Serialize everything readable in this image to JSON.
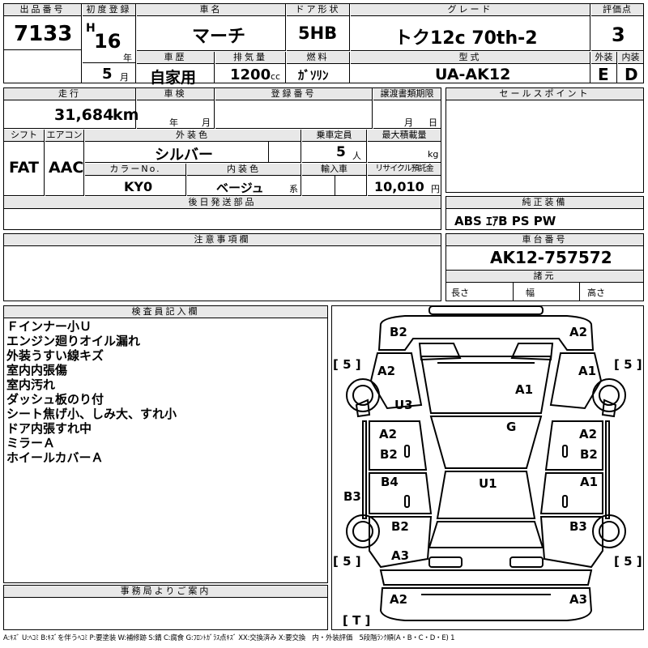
{
  "header": {
    "lot_label": "出品番号",
    "lot_no": "7133",
    "first_reg_label": "初度登録",
    "era": "H",
    "reg_year": "16",
    "year_unit": "年",
    "reg_month": "5",
    "month_unit": "月",
    "car_name_label": "車名",
    "car_name": "マーチ",
    "door_label": "ドア形状",
    "door": "5HB",
    "grade_label": "グレード",
    "grade": "トク12c 70th-2",
    "score_label": "評価点",
    "score": "3",
    "history_label": "車歴",
    "history": "自家用",
    "displacement_label": "排気量",
    "displacement": "1200",
    "displacement_unit": "cc",
    "fuel_label": "燃料",
    "fuel": "ｶﾞｿﾘﾝ",
    "model_label": "型式",
    "model": "UA-AK12",
    "exterior_label": "外装",
    "exterior_grade": "E",
    "interior_label": "内装",
    "interior_grade": "D"
  },
  "row2": {
    "mileage_label": "走行",
    "mileage": "31,684",
    "mileage_unit": "km",
    "inspection_label": "車検",
    "inspection_year_unit": "年",
    "inspection_month_unit": "月",
    "registration_label": "登録番号",
    "transfer_label": "譲渡書類期限",
    "transfer_month_unit": "月",
    "transfer_day_unit": "日",
    "shift_label": "シフト",
    "shift": "FAT",
    "aircon_label": "エアコン",
    "aircon": "AAC",
    "color_label": "外装色",
    "color": "シルバー",
    "capacity_label": "乗車定員",
    "capacity": "5",
    "capacity_unit": "人",
    "load_label": "最大積載量",
    "load_unit": "kg",
    "color_no_label": "カラーNo.",
    "color_no": "KY0",
    "interior_color_label": "内装色",
    "interior_color": "ベージュ",
    "interior_color_unit": "系",
    "import_label": "輸入車",
    "recycle_label": "リサイクル預託金",
    "recycle": "10,010",
    "recycle_unit": "円",
    "later_parts_label": "後日発送部品"
  },
  "sales_point_label": "セールスポイント",
  "equipment_label": "純正装備",
  "equipment": "ABS ｴｱB PS PW",
  "caution_label": "注意事項欄",
  "chassis_label": "車台番号",
  "chassis": "AK12-757572",
  "specs_label": "諸元",
  "length_label": "長さ",
  "width_label": "幅",
  "height_label": "高さ",
  "inspector_label": "検査員記入欄",
  "inspector_notes": [
    "Ｆインナー小Ｕ",
    "エンジン廻りオイル漏れ",
    "外装うすい線キズ",
    "室内内張傷",
    "室内汚れ",
    "ダッシュ板のり付",
    "シート焦げ小、しみ大、すれ小",
    "ドア内張すれ中",
    "ミラーＡ",
    "ホイールカバーＡ"
  ],
  "office_label": "事務局よりご案内",
  "damage_marks": {
    "front_left_bumper": "B2",
    "front_right_bumper": "A2",
    "left_front_fender": "A2",
    "right_front_fender": "A1",
    "hood": "A1",
    "left_front_panel": "U3",
    "windshield": "G",
    "left_front_door_a": "A2",
    "left_front_door_b": "B2",
    "right_front_door_a": "A2",
    "right_front_door_b": "B2",
    "left_rear_door": "B4",
    "roof": "U1",
    "right_rear_door": "A1",
    "left_rocker": "B3",
    "left_rear_fender": "B2",
    "right_rear_fender": "B3",
    "left_rear_quarter": "A3",
    "rear_left_bumper": "A2",
    "rear_right_bumper": "A3",
    "tire_fl": "[ 5 ]",
    "tire_fr": "[ 5 ]",
    "tire_rl": "[ 5 ]",
    "tire_rr": "[ 5 ]",
    "trunk_mark": "[ T ]",
    "tire_fl_l": "[",
    "tire_fl_n": "5",
    "tire_fl_r": "]",
    "tire_fr_l": "[",
    "tire_fr_n": "5",
    "tire_fr_r": "]",
    "tire_rl_l": "[",
    "tire_rl_n": "5",
    "tire_rl_r": "]",
    "tire_rr_l": "[",
    "tire_rr_n": "5",
    "tire_rr_r": "]",
    "trunk_l": "[",
    "trunk_n": "T",
    "trunk_r": "]"
  },
  "legend": "A:ｷｽﾞ U:ﾍｺﾐ B:ｷｽﾞを伴うﾍｺﾐ P:要塗装 W:補修跡 S:錆 C:腐食 G:ﾌﾛﾝﾄｶﾞﾗｽ点ｷｽﾞ XX:交換済み X:要交換　内・外装評価　5段階ﾗﾝｸ順(A・B・C・D・E) 1"
}
